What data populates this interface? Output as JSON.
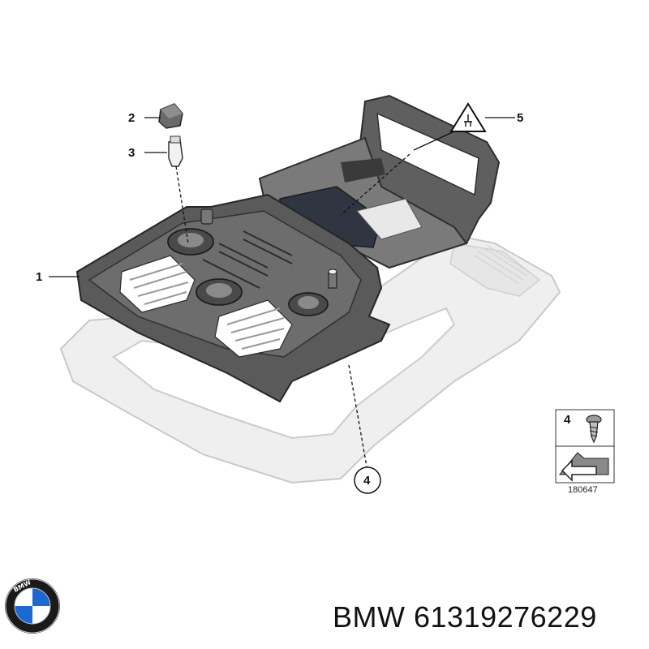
{
  "callouts": {
    "c1": "1",
    "c2": "2",
    "c3": "3",
    "c4": "4",
    "c5": "5",
    "legend_num": "4"
  },
  "reference_code": "180647",
  "caption": {
    "brand": "BMW",
    "part_number": "61319276229"
  },
  "logo": {
    "text": "BMW",
    "colors": {
      "blue": "#1c69d4",
      "white": "#ffffff",
      "ring": "#1a1a1a"
    }
  },
  "colors": {
    "frame_gray": "#d4d4d4",
    "housing_dark": "#4d4d4d",
    "housing_mid": "#6a6a6a",
    "line": "#111111"
  },
  "icons": [
    "bmw-logo",
    "warning-triangle-icon",
    "screw-icon",
    "arrow-icon"
  ]
}
